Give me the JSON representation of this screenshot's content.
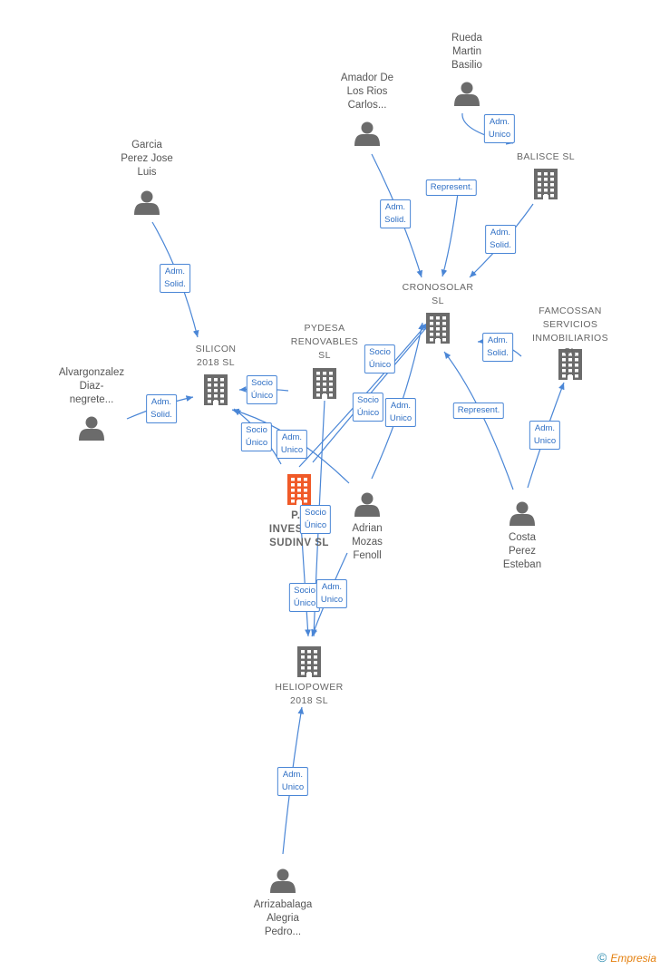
{
  "nodes": {
    "rueda": {
      "label": "Rueda\nMartin\nBasilio",
      "kind": "person"
    },
    "amador": {
      "label": "Amador De\nLos Rios\nCarlos...",
      "kind": "person"
    },
    "garcia": {
      "label": "Garcia\nPerez Jose\nLuis",
      "kind": "person"
    },
    "balisce": {
      "label": "BALISCE SL",
      "kind": "company"
    },
    "cronosolar": {
      "label": "CRONOSOLAR\nSL",
      "kind": "company"
    },
    "famcossan": {
      "label": "FAMCOSSAN\nSERVICIOS\nINMOBILIARIOS SL",
      "kind": "company"
    },
    "pydesa": {
      "label": "PYDESA\nRENOVABLES\nSL",
      "kind": "company"
    },
    "silicon": {
      "label": "SILICON\n2018 SL",
      "kind": "company"
    },
    "alvargonzalez": {
      "label": "Alvargonzalez\nDiaz-\nnegrete...",
      "kind": "person"
    },
    "sudinv": {
      "label": "P...\nINVEST... S\nSUDINV SL",
      "kind": "focus"
    },
    "adrian": {
      "label": "Adrian\nMozas\nFenoll",
      "kind": "person"
    },
    "costa": {
      "label": "Costa\nPerez\nEsteban",
      "kind": "person"
    },
    "heliopower": {
      "label": "HELIOPOWER\n2018 SL",
      "kind": "company"
    },
    "arrizabalaga": {
      "label": "Arrizabalaga\nAlegria\nPedro...",
      "kind": "person"
    }
  },
  "edges": [
    {
      "from": "rueda",
      "to": "balisce",
      "label": "Adm.\nUnico"
    },
    {
      "from": "rueda",
      "to": "cronosolar",
      "label": "Represent."
    },
    {
      "from": "amador",
      "to": "cronosolar",
      "label": "Adm.\nSolid."
    },
    {
      "from": "balisce",
      "to": "cronosolar",
      "label": "Adm.\nSolid."
    },
    {
      "from": "famcossan",
      "to": "cronosolar",
      "label": "Adm.\nSolid."
    },
    {
      "from": "garcia",
      "to": "silicon",
      "label": "Adm.\nSolid."
    },
    {
      "from": "alvargonzalez",
      "to": "silicon",
      "label": "Adm.\nSolid."
    },
    {
      "from": "pydesa",
      "to": "silicon",
      "label": "Socio\nÚnico"
    },
    {
      "from": "sudinv",
      "to": "silicon",
      "label": "Socio\nÚnico"
    },
    {
      "from": "adrian",
      "to": "silicon",
      "label": "Adm.\nUnico"
    },
    {
      "from": "pydesa",
      "to": "cronosolar",
      "label": "Socio\nÚnico"
    },
    {
      "from": "sudinv",
      "to": "cronosolar",
      "label": "Socio\nÚnico"
    },
    {
      "from": "adrian",
      "to": "cronosolar",
      "label": "Adm.\nUnico"
    },
    {
      "from": "costa",
      "to": "cronosolar",
      "label": "Represent."
    },
    {
      "from": "costa",
      "to": "famcossan",
      "label": "Adm.\nUnico"
    },
    {
      "from": "pydesa",
      "to": "heliopower",
      "label": "Socio\nÚnico"
    },
    {
      "from": "adrian",
      "to": "heliopower",
      "label": "Adm.\nUnico"
    },
    {
      "from": "sudinv",
      "to": "heliopower",
      "label": "Socio\nÚnico"
    },
    {
      "from": "arrizabalaga",
      "to": "heliopower",
      "label": "Adm.\nUnico"
    }
  ],
  "colors": {
    "edge": "#4a86d6",
    "company_icon": "#6b6b6b",
    "person_icon": "#6b6b6b",
    "focus_icon": "#f05a28"
  },
  "footer": {
    "copyright_symbol": "©",
    "brand": "Empresia"
  }
}
